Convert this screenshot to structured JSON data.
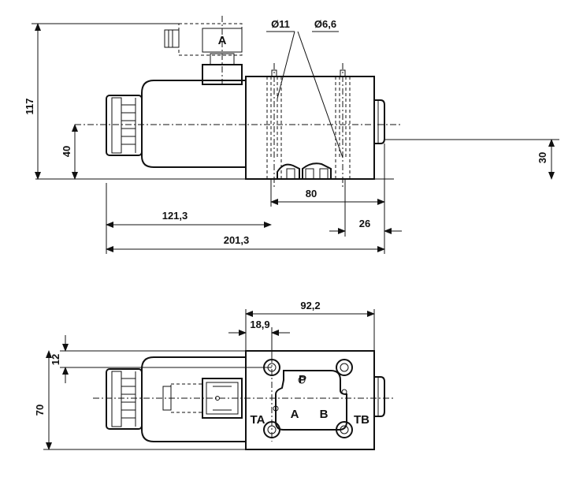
{
  "top_view": {
    "dimensions": {
      "height_total": "117",
      "axis_height": "40",
      "axis_height_right": "30",
      "width_80": "80",
      "length_121": "121,3",
      "length_201": "201,3",
      "offset_26": "26",
      "dia_11": "Ø11",
      "dia_66": "Ø6,6"
    },
    "connector_label": "A"
  },
  "bottom_view": {
    "dimensions": {
      "width_92": "92,2",
      "offset_18": "18,9",
      "offset_12": "12",
      "height_70": "70"
    },
    "ports": {
      "p": "P",
      "a": "A",
      "b": "B",
      "ta": "TA",
      "tb": "TB"
    }
  }
}
